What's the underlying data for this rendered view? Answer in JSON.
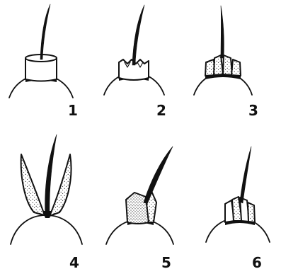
{
  "figure": {
    "panels": [
      {
        "label": "1"
      },
      {
        "label": "2"
      },
      {
        "label": "3"
      },
      {
        "label": "4"
      },
      {
        "label": "5"
      },
      {
        "label": "6"
      }
    ]
  }
}
